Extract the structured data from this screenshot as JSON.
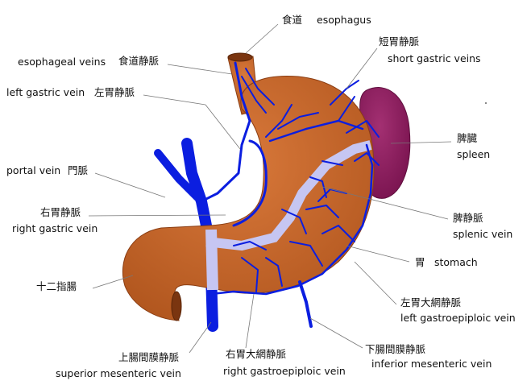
{
  "labels": {
    "esophagus_jp": "食道",
    "esophagus_en": "esophagus",
    "short_gastric_jp": "短胃静脈",
    "short_gastric_en": "short gastric veins",
    "esophageal_en": "esophageal veins",
    "esophageal_jp": "食道静脈",
    "left_gastric_en": "left gastric vein",
    "left_gastric_jp": "左胃静脈",
    "spleen_jp": "脾臓",
    "spleen_en": "spleen",
    "portal_en": "portal vein",
    "portal_jp": "門脈",
    "right_gastric_jp": "右胃静脈",
    "right_gastric_en": "right gastric vein",
    "splenic_jp": "脾静脈",
    "splenic_en": "splenic vein",
    "stomach_jp": "胃",
    "stomach_en": "stomach",
    "duodenum_jp": "十二指腸",
    "left_ge_jp": "左胃大網静脈",
    "left_ge_en": "left gastroepiploic vein",
    "sup_mes_jp": "上腸間膜静脈",
    "sup_mes_en": "superior mesenteric vein",
    "right_ge_jp": "右胃大網静脈",
    "right_ge_en": "right gastroepiploic vein",
    "inf_mes_jp": "下腸間膜静脈",
    "inf_mes_en": "inferior mesenteric vein"
  },
  "colors": {
    "stomach": "#c8672e",
    "spleen": "#8e1f5e",
    "vein": "#0b1ee0",
    "vein_behind": "#c6c6f2"
  }
}
